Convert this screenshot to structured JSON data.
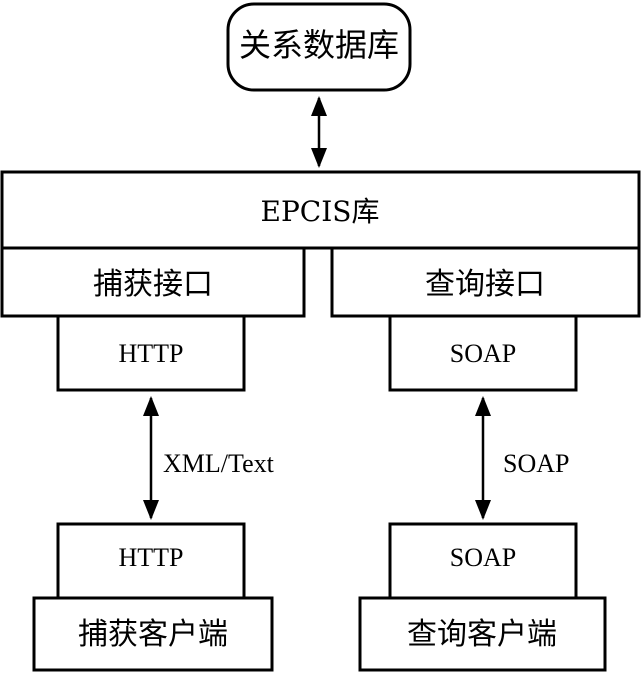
{
  "diagram": {
    "database": {
      "label": "关系数据库"
    },
    "epcis_repository": {
      "label": "EPCIS库"
    },
    "capture": {
      "interface_label": "捕获接口",
      "server_protocol": "HTTP",
      "link_label": "XML/Text",
      "client_protocol": "HTTP",
      "client_label": "捕获客户端"
    },
    "query": {
      "interface_label": "查询接口",
      "server_protocol": "SOAP",
      "link_label": "SOAP",
      "client_protocol": "SOAP",
      "client_label": "查询客户端"
    },
    "colors": {
      "stroke": "#000000",
      "fill": "#ffffff",
      "text": "#000000"
    }
  }
}
